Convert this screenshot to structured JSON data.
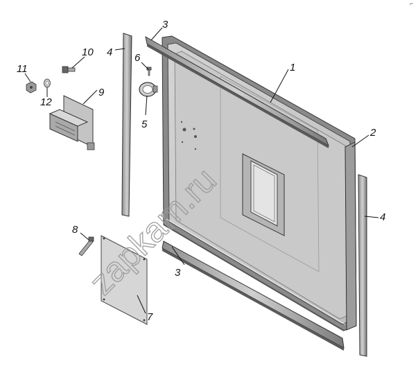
{
  "callouts": [
    "1",
    "2",
    "3",
    "3",
    "4",
    "4",
    "5",
    "6",
    "7",
    "8",
    "9",
    "10",
    "11",
    "12"
  ],
  "watermark": "zapkam.ru",
  "corner_mark": "⌐"
}
